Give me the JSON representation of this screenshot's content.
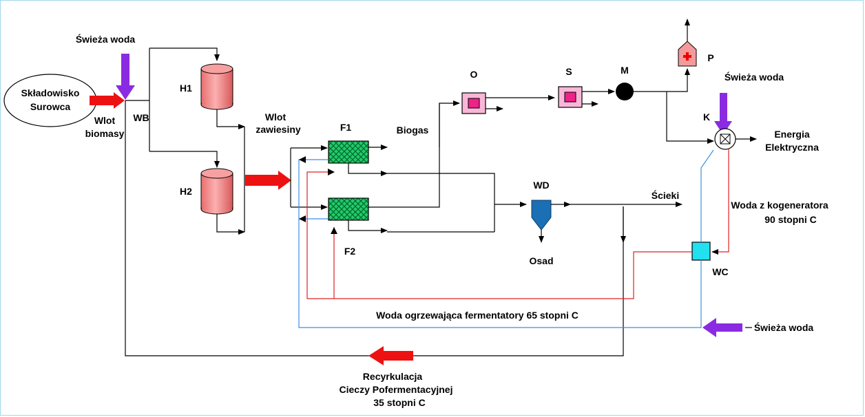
{
  "labels": {
    "fresh_water_top_left": "Świeża woda",
    "storage_line1": "Składowisko",
    "storage_line2": "Surowca",
    "inlet_biomass_line1": "Wlot",
    "inlet_biomass_line2": "biomasy",
    "wb": "WB",
    "h1": "H1",
    "h2": "H2",
    "inlet_suspension_line1": "Wlot",
    "inlet_suspension_line2": "zawiesiny",
    "f1": "F1",
    "f2": "F2",
    "biogas": "Biogas",
    "o": "O",
    "s": "S",
    "m": "M",
    "p": "P",
    "fresh_water_right": "Świeża woda",
    "k": "K",
    "energy_line1": "Energia",
    "energy_line2": "Elektryczna",
    "wd": "WD",
    "sewage": "Ścieki",
    "sludge": "Osad",
    "cogen_water_line1": "Woda z kogeneratora",
    "cogen_water_line2": "90 stopni C",
    "wc": "WC",
    "heating_water": "Woda ogrzewająca fermentatory 65 stopni C",
    "fresh_water_bottom": "Świeża woda",
    "recirc_line1": "Recyrkulacja",
    "recirc_line2": "Cieczy Pofermentacyjnej",
    "recirc_line3": "35 stopni C"
  },
  "colors": {
    "tank": "#f08080",
    "filter": "#22cc66",
    "separator": "#ee44aa",
    "pump": "#f08080",
    "heat_exchanger": "#22e0f0",
    "settler": "#1a6fb5",
    "arrow_red": "#ee1111",
    "arrow_purple": "#8a2be2",
    "line_red": "#e02020",
    "line_blue": "#3a8fe0"
  }
}
